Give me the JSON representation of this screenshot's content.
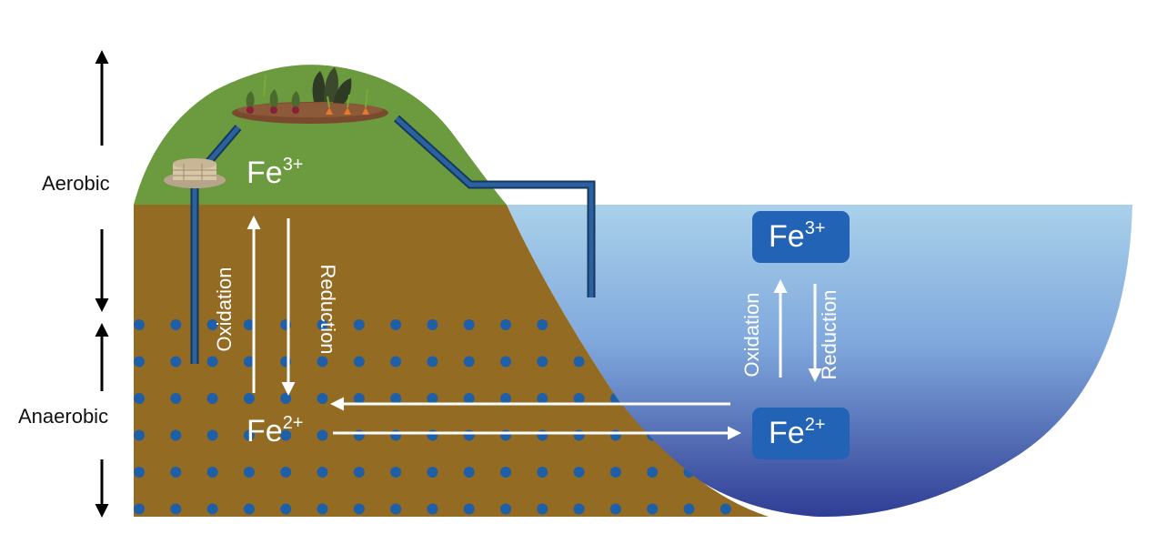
{
  "zones": {
    "aerobic": "Aerobic",
    "anaerobic": "Anaerobic"
  },
  "soil": {
    "top_species": {
      "base": "Fe",
      "charge": "3+"
    },
    "bottom_species": {
      "base": "Fe",
      "charge": "2+"
    },
    "up_process": "Oxidation",
    "down_process": "Reduction"
  },
  "water": {
    "top_species": {
      "base": "Fe",
      "charge": "3+"
    },
    "bottom_species": {
      "base": "Fe",
      "charge": "2+"
    },
    "up_process": "Oxidation",
    "down_process": "Reduction"
  },
  "colors": {
    "hill_green": "#6b9a3f",
    "soil_brown": "#946b22",
    "dots_blue": "#1e5fa8",
    "pipe_blue": "#2a62a0",
    "water_top": "#a9d1ea",
    "water_bottom": "#2f3d94",
    "fe_box": "#2263b6"
  }
}
